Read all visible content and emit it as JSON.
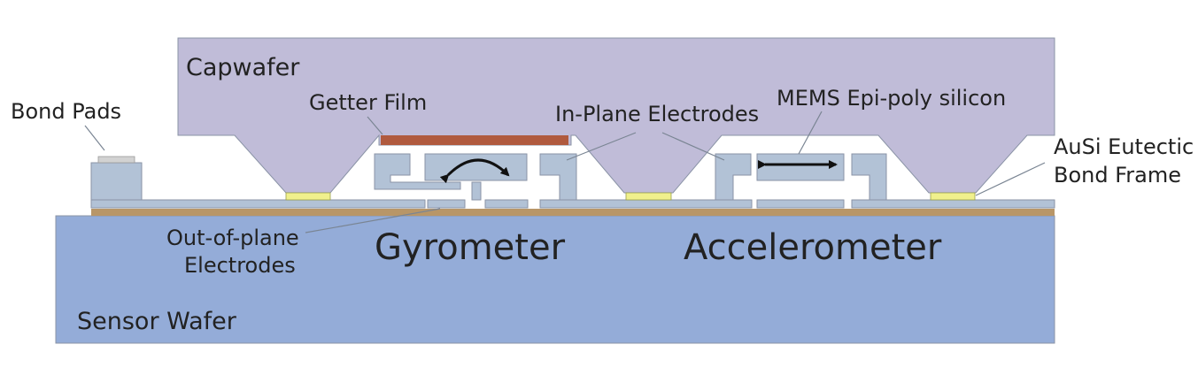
{
  "labels": {
    "capwafer": "Capwafer",
    "bond_pads": "Bond Pads",
    "getter_film": "Getter Film",
    "in_plane_electrodes": "In-Plane Electrodes",
    "mems_epi_poly": "MEMS Epi-poly silicon",
    "ausi_line1": "AuSi Eutectic",
    "ausi_line2": "Bond Frame",
    "out_of_plane_line1": "Out-of-plane",
    "out_of_plane_line2": "Electrodes",
    "gyrometer": "Gyrometer",
    "accelerometer": "Accelerometer",
    "sensor_wafer": "Sensor Wafer"
  },
  "colors": {
    "capwafer": "#c0bcd8",
    "sensor_wafer": "#94acd8",
    "mems_silicon": "#b2c2d6",
    "bond_layer": "#b89668",
    "getter": "#b05a3e",
    "eutectic": "#f0f08c",
    "pad_top": "#d2d2d2",
    "outline": "#8a93a6"
  }
}
